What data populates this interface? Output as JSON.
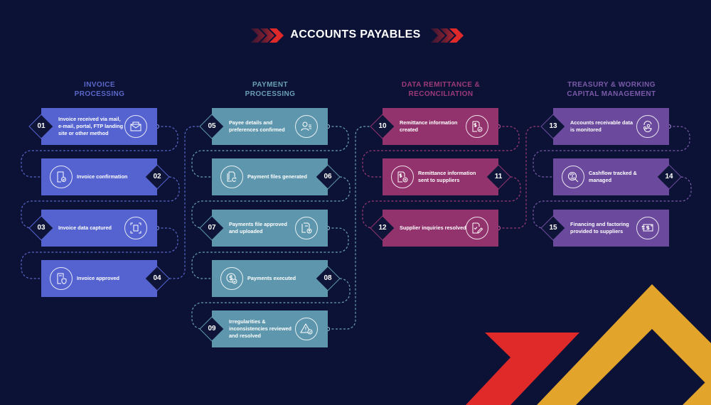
{
  "header": {
    "title": "ACCOUNTS PAYABLES",
    "chevron_color": "#e02a2a"
  },
  "colors": {
    "background": "#0c1236",
    "diamond_fill": "#0f1538",
    "invoice": "#5463d0",
    "payment": "#5e97ad",
    "remittance": "#93336e",
    "treasury": "#6b4a9e",
    "invoice_heading": "#5a67c8",
    "payment_heading": "#6a9fb7",
    "remittance_heading": "#9c3a78",
    "treasury_heading": "#7a5aa8",
    "deco_red": "#e02a2a",
    "deco_gold": "#e3a42b"
  },
  "columns": [
    {
      "heading_line1": "INVOICE",
      "heading_line2": "PROCESSING",
      "steps": [
        {
          "num": "01",
          "text": [
            "Invoice received via mail,",
            "e-mail, portal, FTP landing",
            "site or other method"
          ],
          "icon": "envelope-icon"
        },
        {
          "num": "02",
          "text": [
            "Invoice confirmation"
          ],
          "icon": "document-check-icon"
        },
        {
          "num": "03",
          "text": [
            "Invoice data captured"
          ],
          "icon": "scan-document-icon"
        },
        {
          "num": "04",
          "text": [
            "Invoice approved"
          ],
          "icon": "document-shield-icon"
        }
      ]
    },
    {
      "heading_line1": "PAYMENT",
      "heading_line2": "PROCESSING",
      "steps": [
        {
          "num": "05",
          "text": [
            "Payee details and",
            "preferences confirmed"
          ],
          "icon": "user-details-icon"
        },
        {
          "num": "06",
          "text": [
            "Payment files generated"
          ],
          "icon": "files-refresh-icon"
        },
        {
          "num": "07",
          "text": [
            "Payments file approved",
            "and uploaded"
          ],
          "icon": "file-upload-icon"
        },
        {
          "num": "08",
          "text": [
            "Payments executed"
          ],
          "icon": "dollar-check-icon"
        },
        {
          "num": "09",
          "text": [
            "Irregularities &",
            "inconsistencies reviewed",
            "and resolved"
          ],
          "icon": "warning-check-icon"
        }
      ]
    },
    {
      "heading_line1": "DATA REMITTANCE &",
      "heading_line2": "RECONCILIATION",
      "steps": [
        {
          "num": "10",
          "text": [
            "Remittance information",
            "created"
          ],
          "icon": "dollar-document-check-icon"
        },
        {
          "num": "11",
          "text": [
            "Remittance information",
            "sent to suppliers"
          ],
          "icon": "dollar-document-send-icon"
        },
        {
          "num": "12",
          "text": [
            "Supplier inquiries resolved"
          ],
          "icon": "document-edit-icon"
        }
      ]
    },
    {
      "heading_line1": "TREASURY & WORKING",
      "heading_line2": "CAPITAL MANAGEMENT",
      "steps": [
        {
          "num": "13",
          "text": [
            "Accounts receivable data",
            "is monitored"
          ],
          "icon": "users-monitor-icon"
        },
        {
          "num": "14",
          "text": [
            "Cashflow tracked &",
            "managed"
          ],
          "icon": "cashflow-search-icon"
        },
        {
          "num": "15",
          "text": [
            "Financing and factoring",
            "provided to suppliers"
          ],
          "icon": "banknote-transfer-icon"
        }
      ]
    }
  ]
}
